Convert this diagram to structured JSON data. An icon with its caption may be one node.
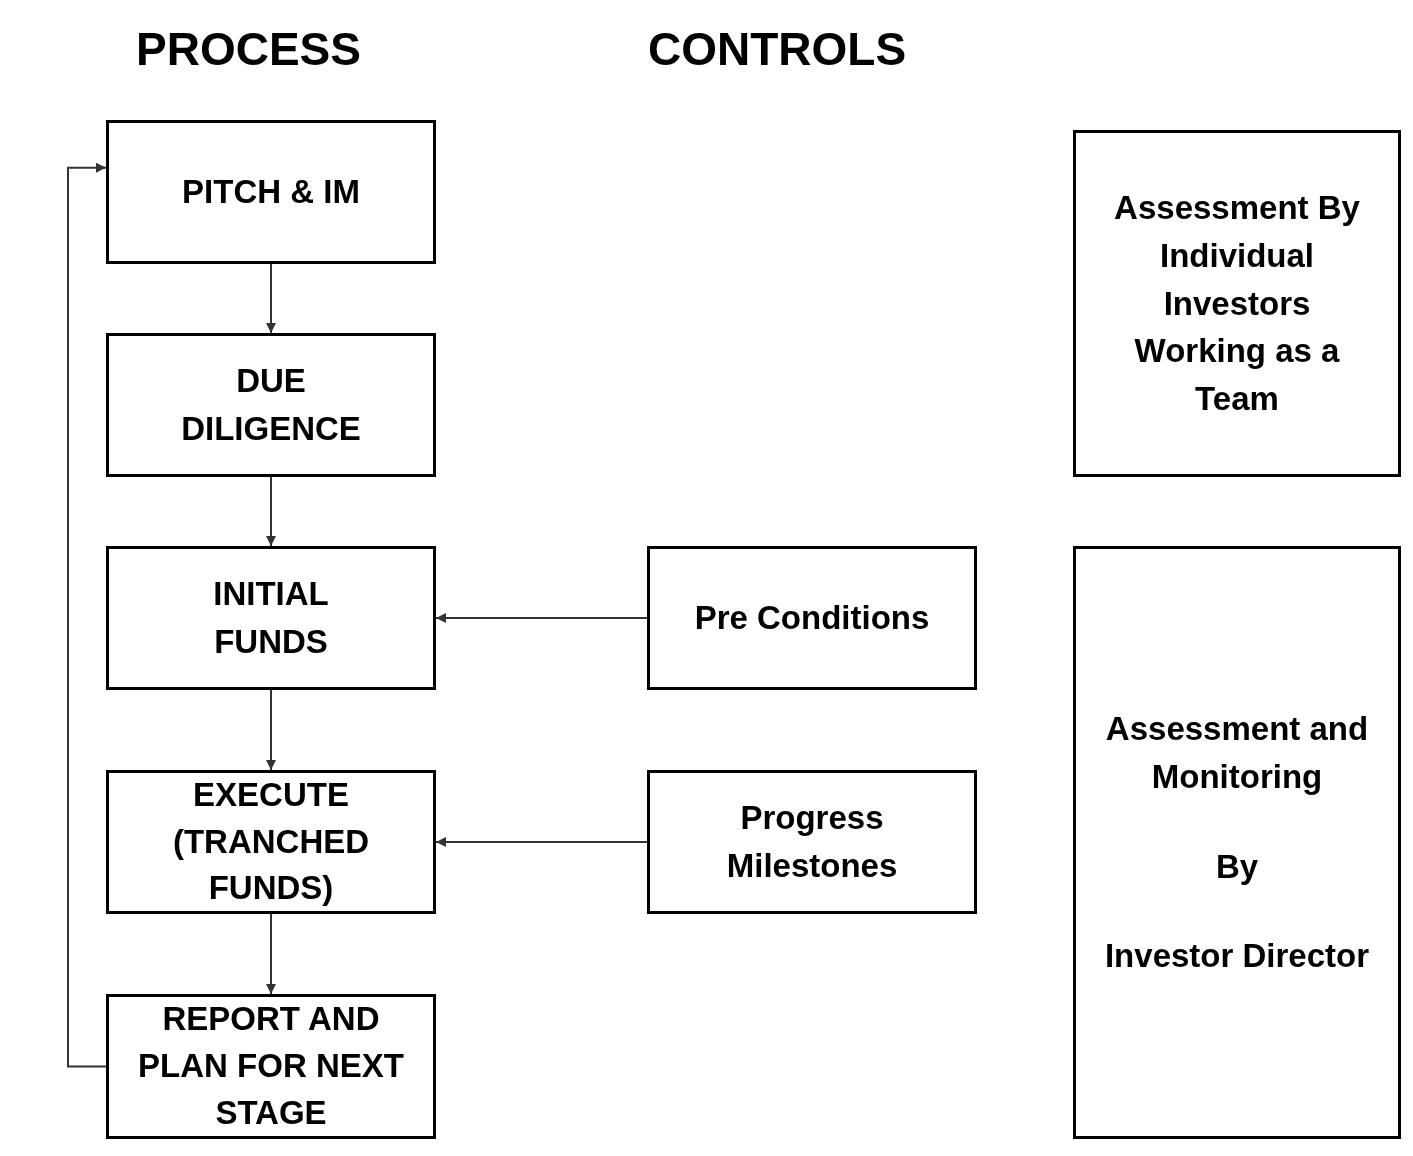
{
  "diagram": {
    "nodes": [
      {
        "text": [
          "PITCH & IM"
        ]
      },
      {
        "text": [
          "DUE DILIGENCE"
        ]
      },
      {
        "text": [
          "INITIAL FUNDS"
        ]
      },
      {
        "text": [
          "EXECUTE (TRANCHED FUNDS)"
        ]
      },
      {
        "text": [
          "REPORT AND PLAN FOR NEXT STAGE"
        ]
      },
      {
        "text": [
          "Pre Conditions"
        ]
      },
      {
        "text": [
          "Progress Milestones"
        ]
      },
      {
        "text": [
          "Assessment By Individual Investors Working as a Team"
        ]
      },
      {
        "text": [
          "Assessment and Monitoring",
          "By",
          "Investor Director"
        ]
      }
    ],
    "edges": [
      {
        "from": 0,
        "to": 1,
        "arrow": "to"
      },
      {
        "from": 1,
        "to": 2,
        "arrow": "to"
      },
      {
        "from": 2,
        "to": 3,
        "arrow": "to"
      },
      {
        "from": 3,
        "to": 4,
        "arrow": "to"
      },
      {
        "from": 4,
        "to": 0,
        "arrow": "to"
      },
      {
        "from": 5,
        "to": 2,
        "arrow": "to"
      },
      {
        "from": 6,
        "to": 3,
        "arrow": "to"
      }
    ],
    "labels": [
      "PROCESS",
      "CONTROLS"
    ]
  }
}
